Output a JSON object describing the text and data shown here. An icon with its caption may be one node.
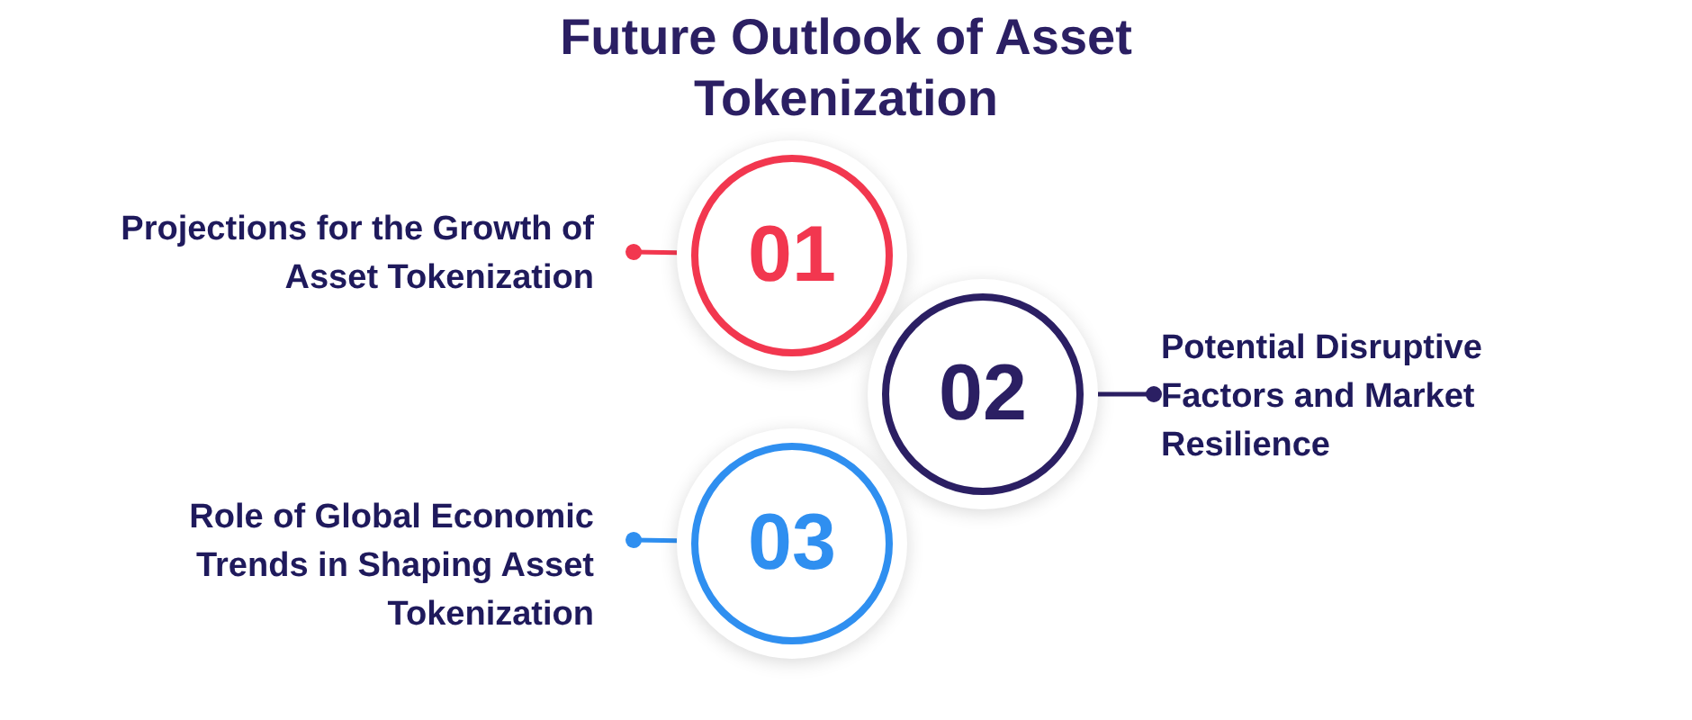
{
  "diagram": {
    "title": "Future Outlook of Asset Tokenization",
    "nodes": [
      {
        "text": [
          "Projections for the Growth of Asset Tokenization"
        ]
      },
      {
        "text": [
          "01"
        ]
      },
      {
        "text": [
          "02"
        ]
      },
      {
        "text": [
          "Potential Disruptive Factors and Market Resilience"
        ]
      },
      {
        "text": [
          "Role of Global Economic Trends in Shaping Asset Tokenization"
        ]
      },
      {
        "text": [
          "03"
        ]
      }
    ],
    "edges": [
      {
        "from": 0,
        "to": 1,
        "arrow": "other",
        "color": "#f2374f"
      },
      {
        "from": 3,
        "to": 2,
        "arrow": "other",
        "color": "#2b1f63"
      },
      {
        "from": 4,
        "to": 5,
        "arrow": "other",
        "color": "#2f8ff0"
      }
    ]
  }
}
